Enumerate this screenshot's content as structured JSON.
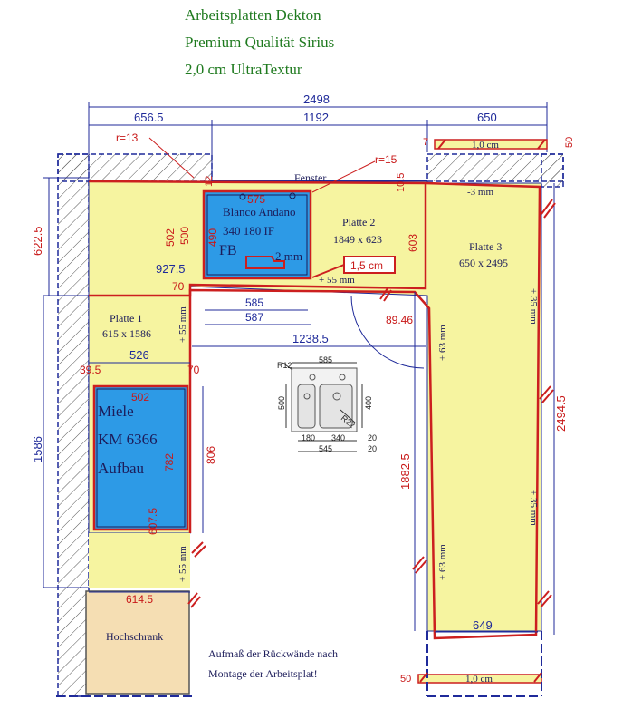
{
  "header": {
    "line1": "Arbeitsplatten Dekton",
    "line2": "Premium Qualität Sirius",
    "line3": "2,0 cm UltraTextur"
  },
  "colors": {
    "worktop": "#f6f4a0",
    "sink": "#2d9ae6",
    "border_red": "#cc1f1f",
    "dim_blue": "#1f2a9a",
    "dim_red": "#c81818",
    "text_green": "#1f7a1f",
    "hochschrank": "#f5deb3"
  },
  "plates": {
    "p1": {
      "name": "Platte 1",
      "size": "615 x 1586"
    },
    "p2": {
      "name": "Platte 2",
      "size": "1849 x 623"
    },
    "p3": {
      "name": "Platte 3",
      "size": "650 x 2495"
    }
  },
  "sink": {
    "line1": "Blanco Andano",
    "line2": "340  180 IF",
    "fb": "FB",
    "depth_note": "2 mm"
  },
  "cooktop": {
    "line1": "Miele",
    "line2": "KM 6366",
    "line3": "Aufbau"
  },
  "labels": {
    "fenster": "Fenster",
    "hochschrank": "Hochschrank",
    "r13": "r=13",
    "r15": "r=15",
    "overlap_box": "1,5 cm",
    "plus55a": "+ 55 mm",
    "plus55b": "+ 55 mm",
    "plus55c": "+ 55 mm",
    "plus63a": "+ 63 mm",
    "plus63b": "+ 63 mm",
    "plus35a": "+ 35 mm",
    "plus35b": "+ 35 mm",
    "minus3": "-3 mm",
    "strip_top": "1,0 cm",
    "strip_bottom": "1,0 cm",
    "note_line1": "Aufmaß der Rückwände nach",
    "note_line2": "Montage der Arbeitsplat!"
  },
  "dimensions": {
    "d2498": "2498",
    "d656_5": "656.5",
    "d1192": "1192",
    "d650": "650",
    "d50a": "50",
    "d50b": "50",
    "d12": "12",
    "d10_5": "10.5",
    "d622_5": "622.5",
    "d927_5": "927.5",
    "d502a": "502",
    "d500": "500",
    "d490": "490",
    "d70a": "70",
    "d575": "575",
    "d585a": "585",
    "d587": "587",
    "d603": "603",
    "d89_46": "89.46",
    "d1238_5": "1238.5",
    "d526": "526",
    "d39_5": "39.5",
    "d70b": "70",
    "d502b": "502",
    "d1586": "1586",
    "d782": "782",
    "d806": "806",
    "d607_5": "607.5",
    "d614_5": "614.5",
    "d1882_5": "1882.5",
    "d2494_5": "2494.5",
    "d649": "649"
  },
  "sink_detail": {
    "d585": "585",
    "r12": "R12",
    "d500": "500",
    "d400": "400",
    "r22": "R22",
    "d180": "180",
    "d340": "340",
    "d545": "545",
    "d20a": "20",
    "d20b": "20"
  }
}
